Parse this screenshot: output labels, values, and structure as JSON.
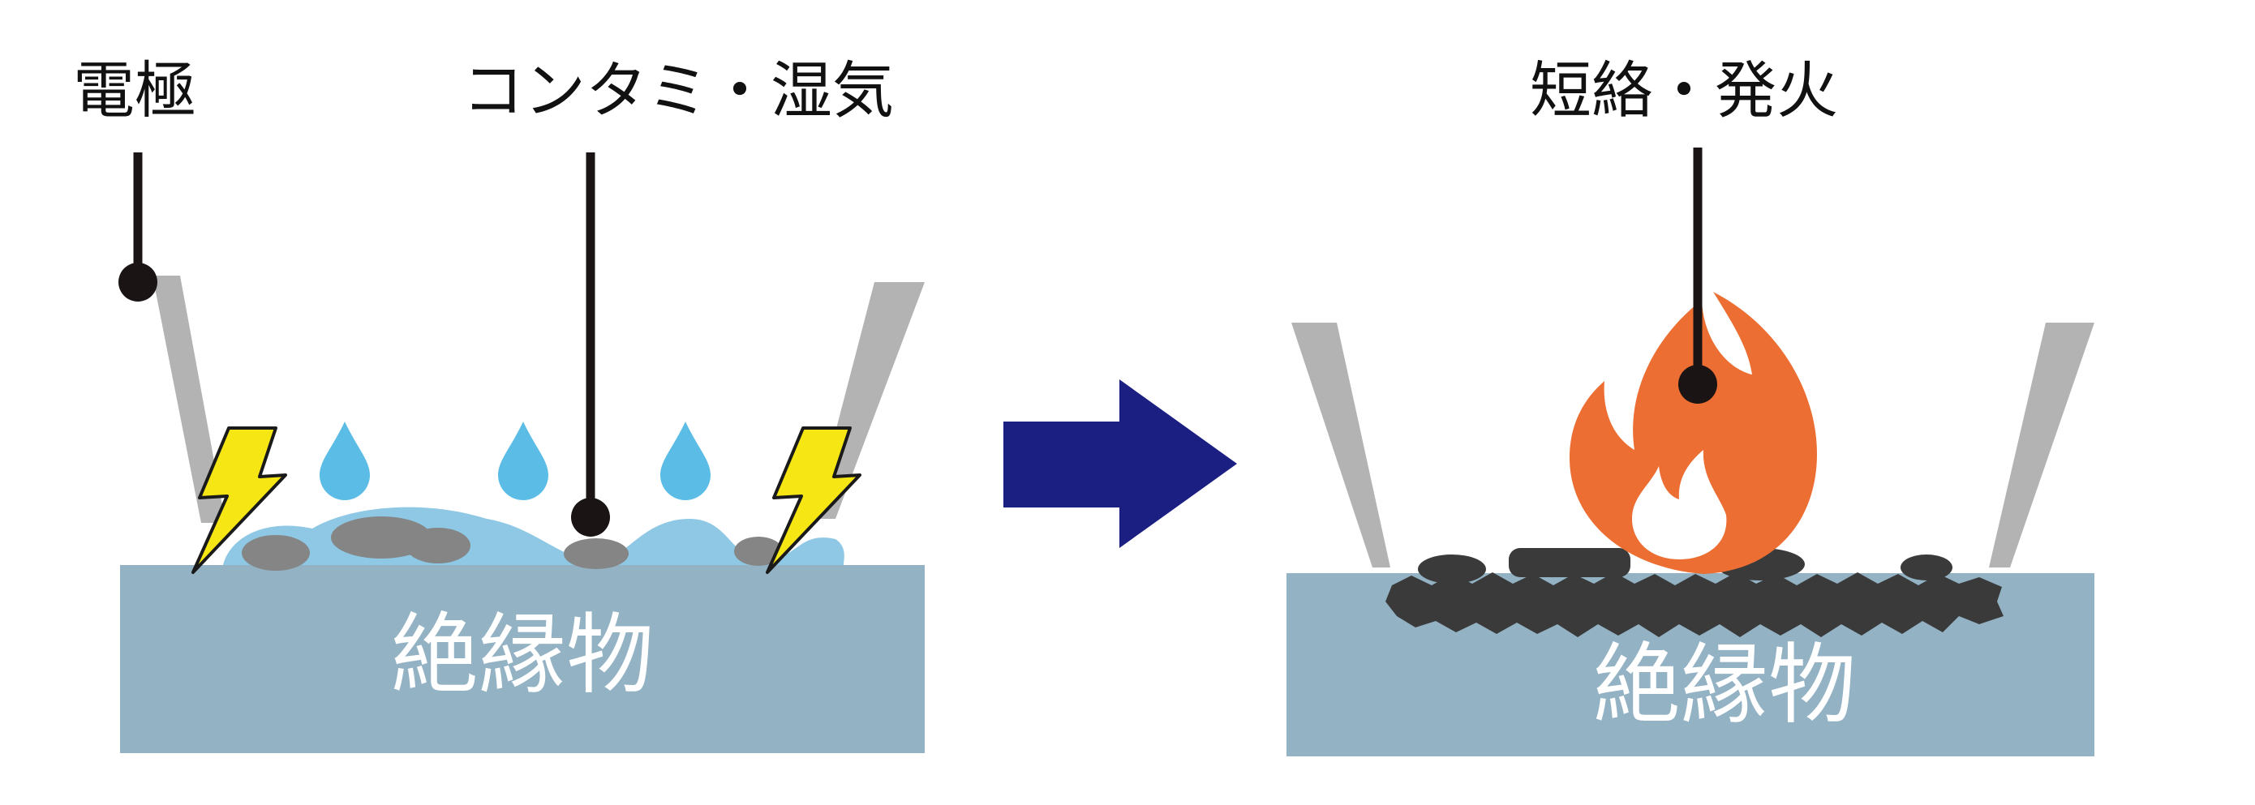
{
  "labels": {
    "electrode": "電極",
    "contamination": "コンタミ・湿気",
    "short_fire": "短絡・発火"
  },
  "substrate": {
    "left_label": "絶縁物",
    "right_label": "絶縁物"
  },
  "colors": {
    "substrate": "#93b2c4",
    "electrode": "#b3b3b3",
    "water": "#5bbde6",
    "water_film": "#8ec8e4",
    "contaminant": "#858585",
    "carbon": "#3a3a3a",
    "spark": "#f5e614",
    "arrow": "#1c1f82",
    "flame": "#ec6e33",
    "leader": "#1a1414"
  },
  "icons": {
    "spark": "lightning-bolt-icon",
    "drop": "water-drop-icon",
    "arrow": "right-arrow-icon",
    "fire": "flame-icon"
  }
}
